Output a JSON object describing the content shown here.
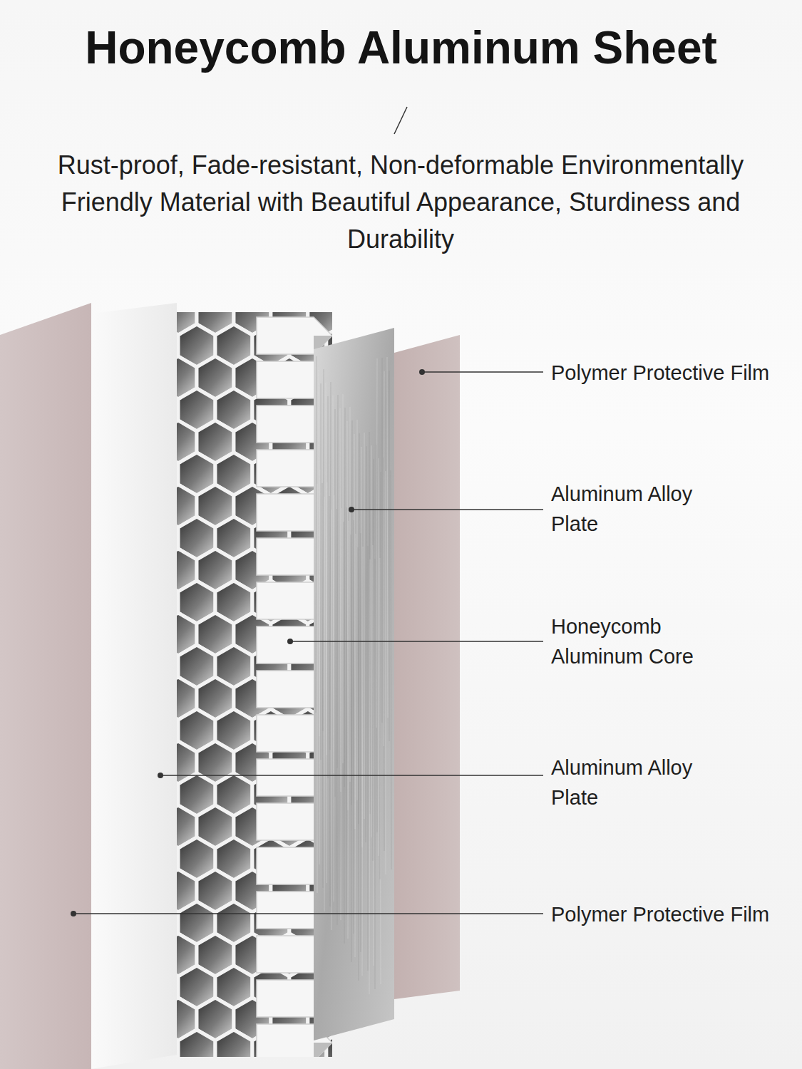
{
  "diagram": {
    "title": "Honeycomb Aluminum Sheet",
    "labels": [
      "Rust-proof, Fade-resistant, Non-deformable Environmentally Friendly Material with Beautiful Appearance, Sturdiness and Durability",
      "Polymer Protective Film",
      "Aluminum Alloy Plate",
      "Honeycomb Aluminum Core",
      "Aluminum Alloy Plate",
      "Polymer Protective Film"
    ]
  }
}
